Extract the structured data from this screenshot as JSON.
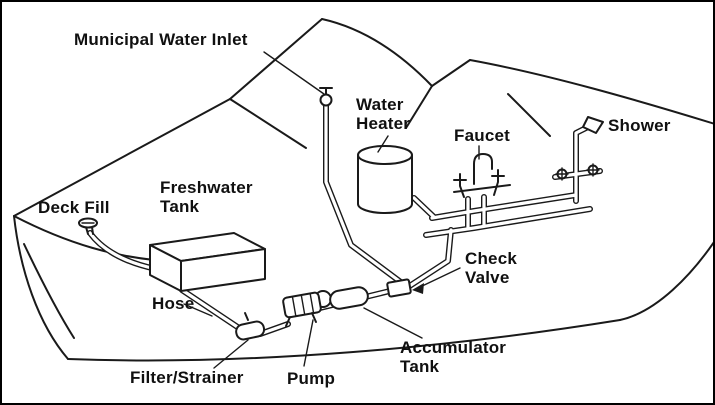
{
  "colors": {
    "background": "#ffffff",
    "line": "#1a1a1a",
    "frame": "#000000",
    "label_text": "#101010"
  },
  "labels": {
    "municipal_water_inlet": "Municipal Water Inlet",
    "water_heater": "Water Heater",
    "faucet": "Faucet",
    "shower": "Shower",
    "deck_fill": "Deck Fill",
    "freshwater_tank": "Freshwater Tank",
    "hose": "Hose",
    "check_valve": "Check Valve",
    "filter_strainer": "Filter/Strainer",
    "pump": "Pump",
    "accumulator_tank": "Accumulator Tank"
  }
}
